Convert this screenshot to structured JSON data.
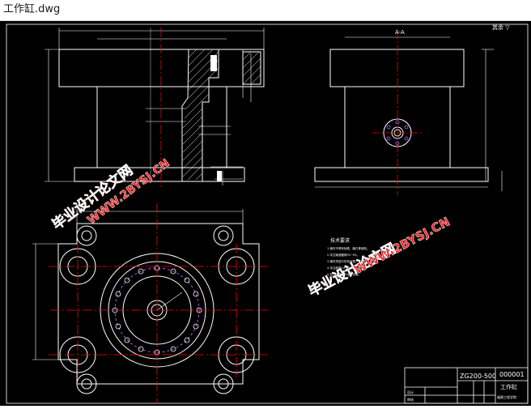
{
  "window": {
    "title": "工作缸.dwg"
  },
  "drawing": {
    "section_label": "A-A",
    "roughness_label": "其余 ▽",
    "tech_req_heading": "技术要求",
    "tech_req_lines": [
      "1.铸件不得有砂眼、缩孔等缺陷。",
      "2.未注铸造圆角R3~R5。",
      "3.铸件须进行时效处理。",
      "4.未注倒角1×45°。",
      "5.加工后须进行水压试验。"
    ],
    "watermark_top_cn": "毕业设计论文网",
    "watermark_top_url": "WWW.2BYSJ.CN",
    "watermark_bottom_cn": "毕业设计论文网",
    "watermark_bottom_url": "WWW.2BYSJ.CN",
    "title_block": {
      "part_code": "ZG200-500",
      "drawing_number": "000001",
      "part_name": "工作缸",
      "school": "福建工程学院",
      "designer": "设计",
      "checker": "审核"
    },
    "colors": {
      "background": "#000000",
      "lines": "#ffffff",
      "centerlines": "#ff0000",
      "watermark": "#ff2222",
      "hatch": "#ffffff",
      "holes": "#c060ff"
    }
  }
}
